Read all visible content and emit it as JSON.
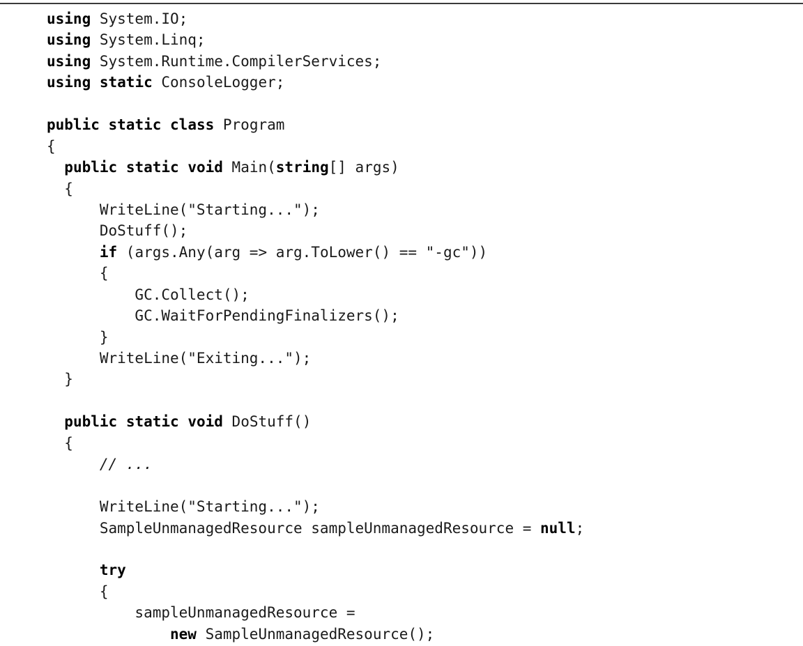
{
  "code_lines": [
    [
      [
        "using",
        "kw"
      ],
      [
        " System.IO;",
        ""
      ]
    ],
    [
      [
        "using",
        "kw"
      ],
      [
        " System.Linq;",
        ""
      ]
    ],
    [
      [
        "using",
        "kw"
      ],
      [
        " System.Runtime.CompilerServices;",
        ""
      ]
    ],
    [
      [
        "using",
        "kw"
      ],
      [
        " ",
        ""
      ],
      [
        "static",
        "kw"
      ],
      [
        " ConsoleLogger;",
        ""
      ]
    ],
    [],
    [
      [
        "public",
        "kw"
      ],
      [
        " ",
        ""
      ],
      [
        "static",
        "kw"
      ],
      [
        " ",
        ""
      ],
      [
        "class",
        "kw"
      ],
      [
        " Program",
        ""
      ]
    ],
    [
      [
        "{",
        ""
      ]
    ],
    [
      [
        "  ",
        ""
      ],
      [
        "public",
        "kw"
      ],
      [
        " ",
        ""
      ],
      [
        "static",
        "kw"
      ],
      [
        " ",
        ""
      ],
      [
        "void",
        "kw"
      ],
      [
        " Main(",
        ""
      ],
      [
        "string",
        "kw"
      ],
      [
        "[] args)",
        ""
      ]
    ],
    [
      [
        "  {",
        ""
      ]
    ],
    [
      [
        "      WriteLine(\"Starting...\");",
        ""
      ]
    ],
    [
      [
        "      DoStuff();",
        ""
      ]
    ],
    [
      [
        "      ",
        ""
      ],
      [
        "if",
        "kw"
      ],
      [
        " (args.Any(arg => arg.ToLower() == \"-gc\"))",
        ""
      ]
    ],
    [
      [
        "      {",
        ""
      ]
    ],
    [
      [
        "          GC.Collect();",
        ""
      ]
    ],
    [
      [
        "          GC.WaitForPendingFinalizers();",
        ""
      ]
    ],
    [
      [
        "      }",
        ""
      ]
    ],
    [
      [
        "      WriteLine(\"Exiting...\");",
        ""
      ]
    ],
    [
      [
        "  }",
        ""
      ]
    ],
    [],
    [
      [
        "  ",
        ""
      ],
      [
        "public",
        "kw"
      ],
      [
        " ",
        ""
      ],
      [
        "static",
        "kw"
      ],
      [
        " ",
        ""
      ],
      [
        "void",
        "kw"
      ],
      [
        " DoStuff()",
        ""
      ]
    ],
    [
      [
        "  {",
        ""
      ]
    ],
    [
      [
        "      ",
        ""
      ],
      [
        "// ...",
        "cm"
      ]
    ],
    [],
    [
      [
        "      WriteLine(\"Starting...\");",
        ""
      ]
    ],
    [
      [
        "      SampleUnmanagedResource sampleUnmanagedResource = ",
        ""
      ],
      [
        "null",
        "kw"
      ],
      [
        ";",
        ""
      ]
    ],
    [],
    [
      [
        "      ",
        ""
      ],
      [
        "try",
        "kw"
      ]
    ],
    [
      [
        "      {",
        ""
      ]
    ],
    [
      [
        "          sampleUnmanagedResource =",
        ""
      ]
    ],
    [
      [
        "              ",
        ""
      ],
      [
        "new",
        "kw"
      ],
      [
        " SampleUnmanagedResource();",
        ""
      ]
    ]
  ]
}
